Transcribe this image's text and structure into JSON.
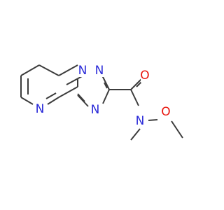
{
  "colors": {
    "bond": "#3c3c3c",
    "nitrogen": "#2a2ad8",
    "oxygen": "#e8140c",
    "background": "#ffffff"
  },
  "atoms": {
    "n_bridge": "N",
    "n_triazole_top": "N",
    "n_triazole_bottom": "N",
    "n_pyrimidine": "N",
    "o_carbonyl": "O",
    "n_amide": "N",
    "o_methoxy": "O"
  }
}
